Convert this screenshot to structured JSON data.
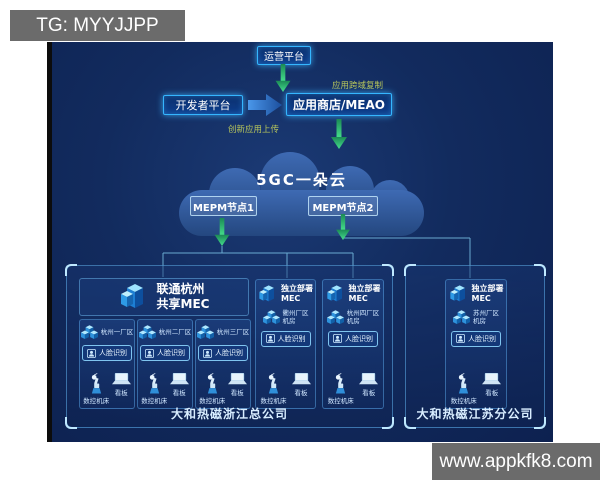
{
  "watermarks": {
    "top_left": "TG: MYYJJPP",
    "bottom_right": "www.appkfk8.com"
  },
  "top_flow": {
    "operations_platform": "运营平台",
    "developer_platform": "开发者平台",
    "app_store": "应用商店/MEAO",
    "arrow_label_copy": "应用跨域复制",
    "arrow_label_upload": "创新应用上传"
  },
  "cloud": {
    "title": "5GC一朵云",
    "nodes": [
      {
        "label": "MEPM节点1"
      },
      {
        "label": "MEPM节点2"
      }
    ]
  },
  "left_site": {
    "caption": "大和热磁浙江总公司",
    "shared_header_line1": "联通杭州",
    "shared_header_line2": "共享MEC"
  },
  "right_site": {
    "caption": "大和热磁江苏分公司"
  },
  "labels": {
    "independent_line1": "独立部署",
    "independent_line2": "MEC",
    "face_recognition": "人脸识别",
    "cnc": "数控机床",
    "kanban": "看板",
    "room": "机房"
  },
  "stations": [
    {
      "area": "杭州一厂区"
    },
    {
      "area": "杭州二厂区"
    },
    {
      "area": "杭州三厂区"
    },
    {
      "area": "衢州厂区",
      "room": "机房"
    },
    {
      "area": "杭州四厂区",
      "room": "机房"
    },
    {
      "area": "苏州厂区",
      "room": "机房"
    }
  ],
  "colors": {
    "stage_background": "#0d2150",
    "node_border_glow": "#35b6ff",
    "arrow_green": "#3fd987",
    "arrow_blue": "#2a7de0",
    "flow_label_yellow": "#b9c75b",
    "badge_gray": "#6b6b6b",
    "wire_blue": "#7fc9ec"
  }
}
